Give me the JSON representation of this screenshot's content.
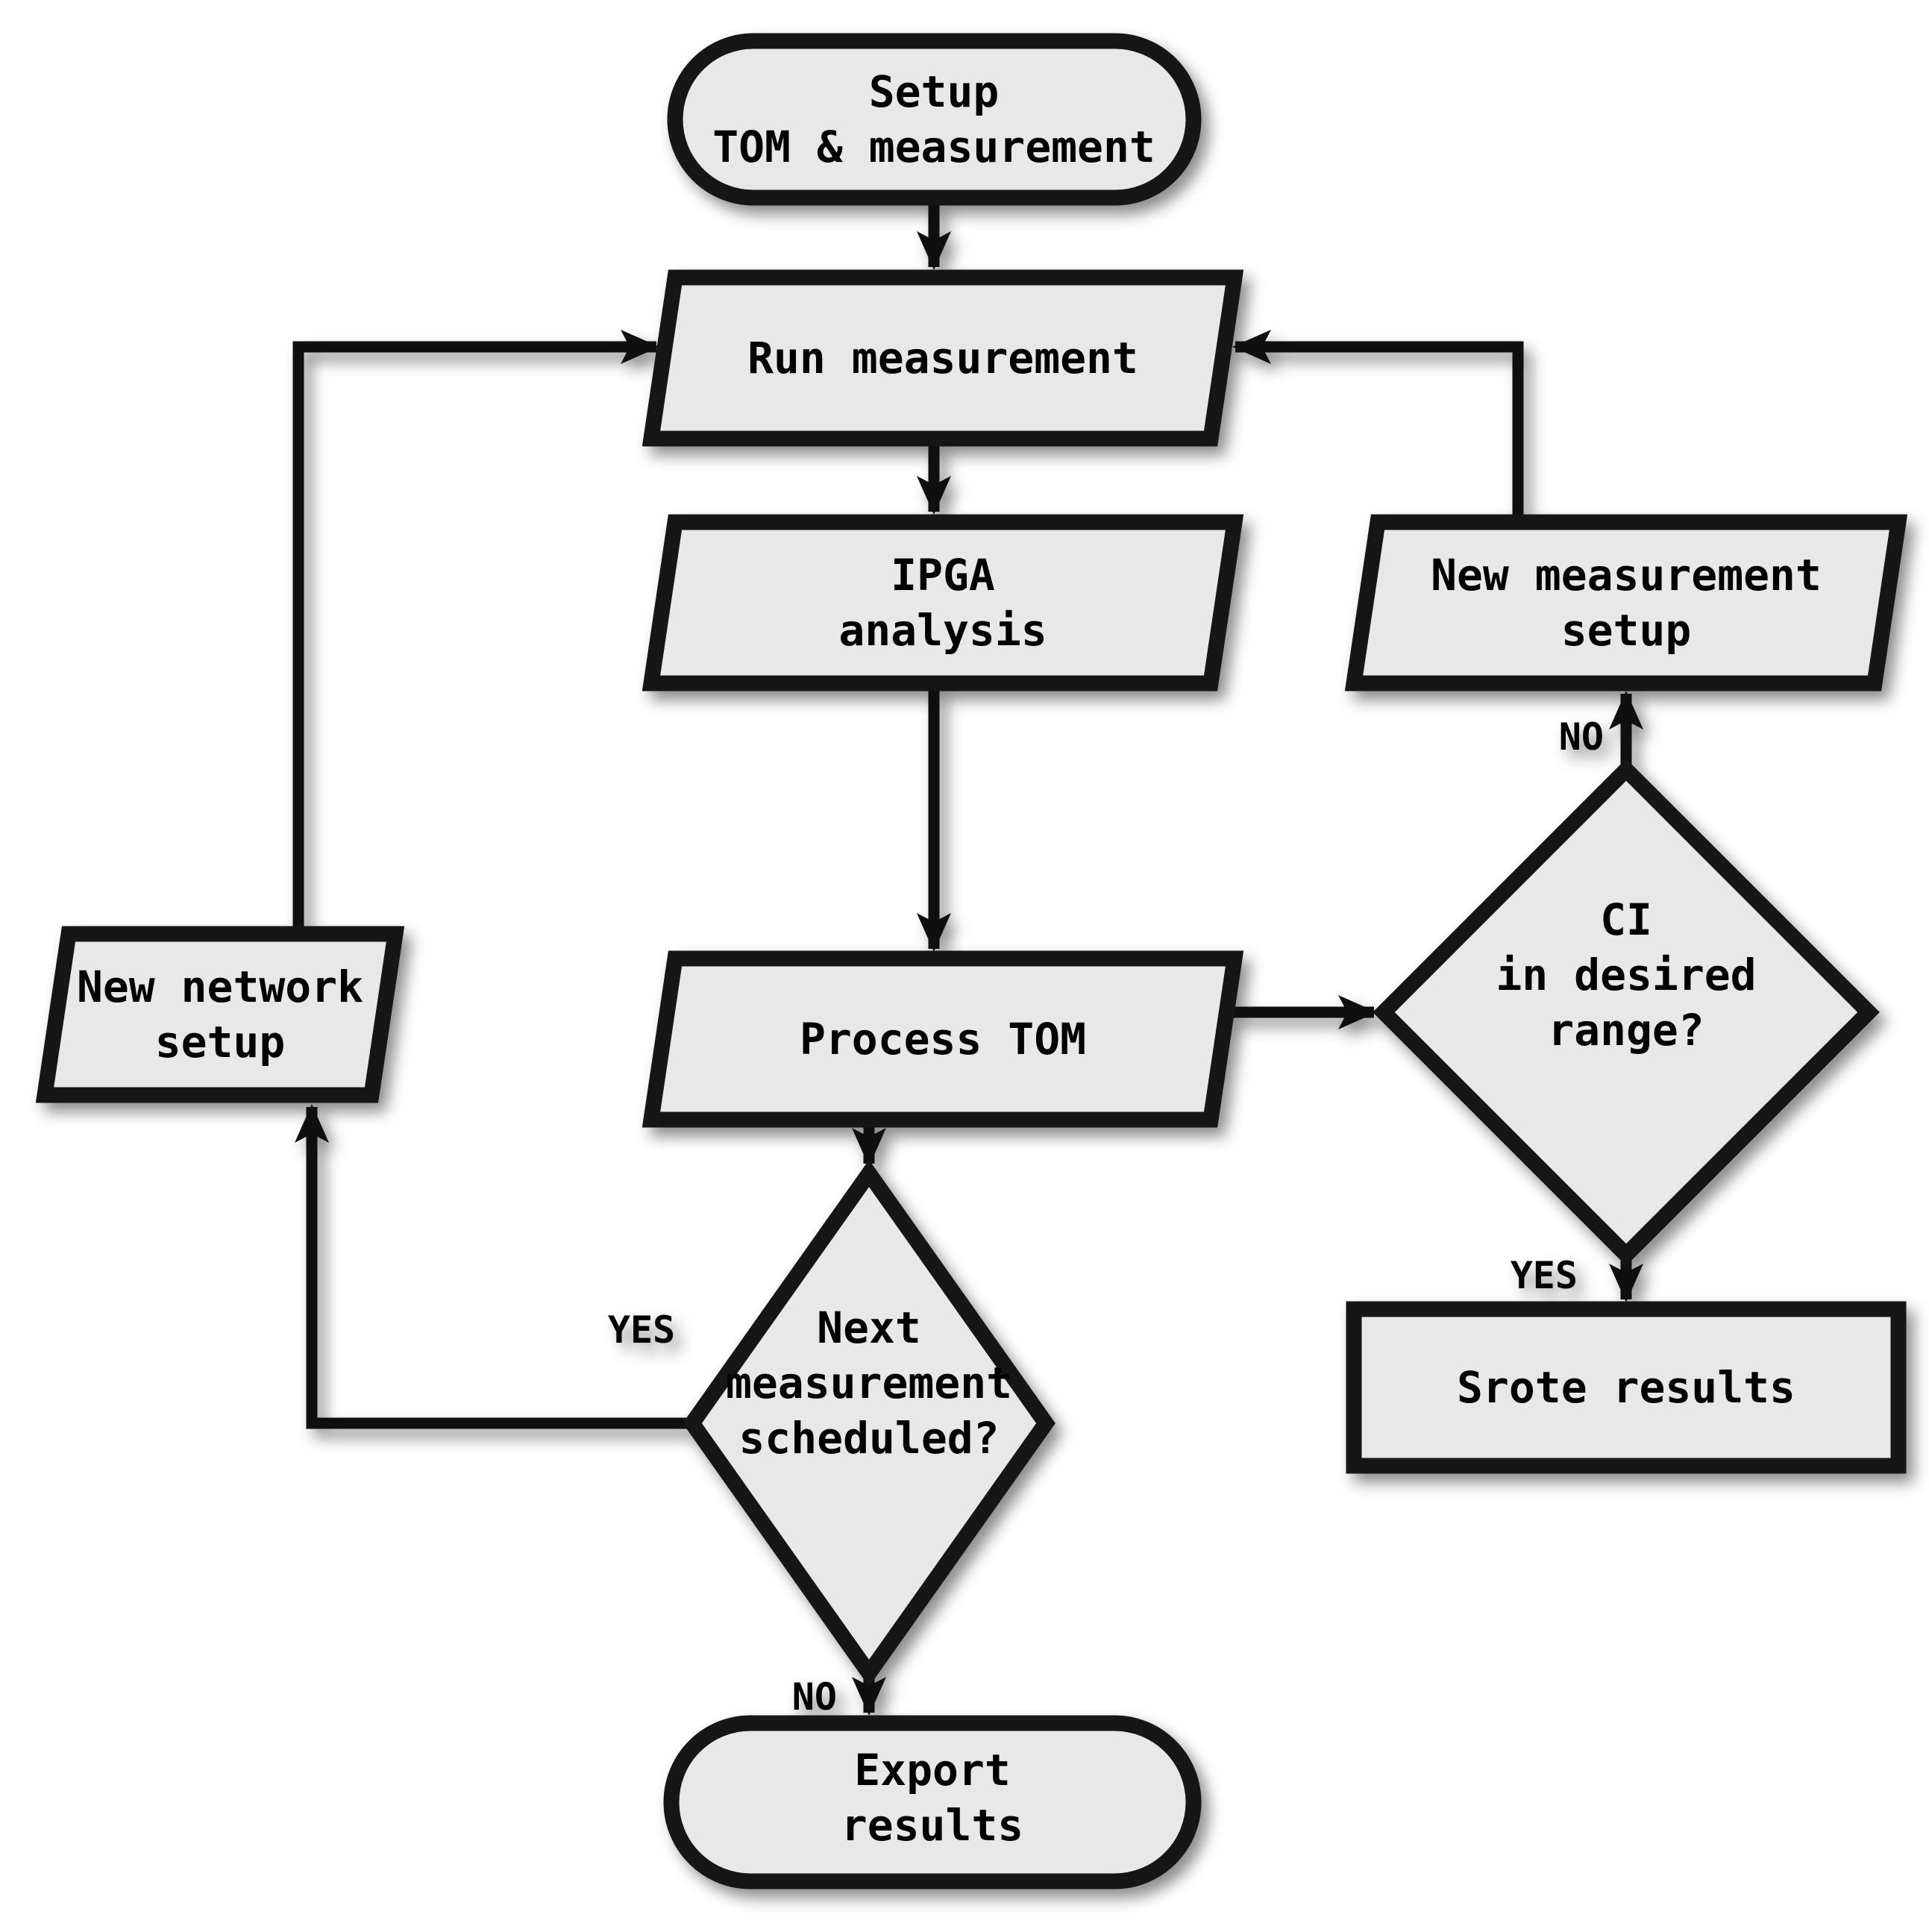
{
  "diagram": {
    "kind": "flowchart",
    "colors": {
      "background": "#ffffff",
      "shape_fill": "#e8e8e8",
      "shape_stroke": "#161616",
      "edge_stroke": "#0f0f0f",
      "text": "#000000"
    },
    "nodes": {
      "setup": {
        "type": "terminator",
        "lines": [
          "Setup",
          "TOM & measurement"
        ]
      },
      "run": {
        "type": "parallelogram",
        "lines": [
          "Run measurement"
        ]
      },
      "ipga": {
        "type": "parallelogram",
        "lines": [
          "IPGA",
          "analysis"
        ]
      },
      "process_tom": {
        "type": "parallelogram",
        "lines": [
          "Process TOM"
        ]
      },
      "ci_range": {
        "type": "decision",
        "lines": [
          "CI",
          "in desired",
          "range?"
        ]
      },
      "new_measurement": {
        "type": "parallelogram",
        "lines": [
          "New measurement",
          "setup"
        ]
      },
      "store_results": {
        "type": "process",
        "lines": [
          "Srote results"
        ]
      },
      "next_measurement": {
        "type": "decision",
        "lines": [
          "Next",
          "measurement",
          "scheduled?"
        ]
      },
      "new_network": {
        "type": "parallelogram",
        "lines": [
          "New network",
          "setup"
        ]
      },
      "export": {
        "type": "terminator",
        "lines": [
          "Export",
          "results"
        ]
      }
    },
    "edge_labels": {
      "ci_no": "NO",
      "ci_yes": "YES",
      "next_yes": "YES",
      "next_no": "NO"
    }
  }
}
